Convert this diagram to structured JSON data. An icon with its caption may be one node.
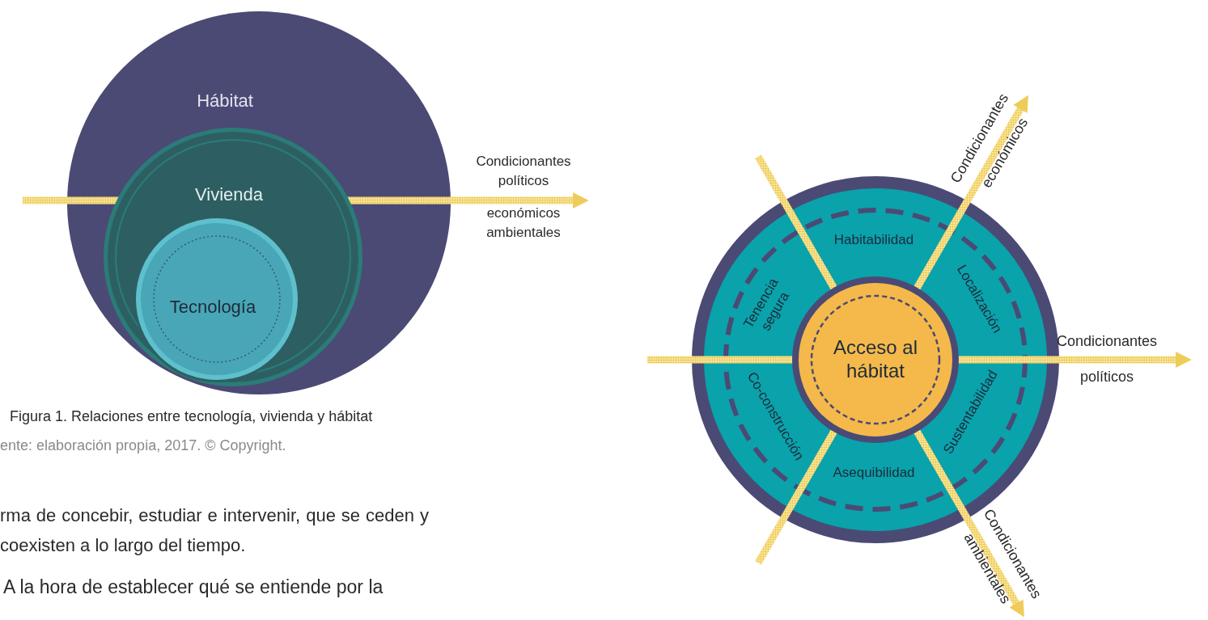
{
  "diagram": {
    "caption": "Figura 1. Relaciones entre tecnología, vivienda y hábitat",
    "nodes": [
      {
        "text": [
          "Hábitat"
        ]
      },
      {
        "text": [
          "Vivienda"
        ],
        "in": 0
      },
      {
        "text": [
          "Tecnología"
        ],
        "in": 1
      },
      {
        "text": [
          "Habitabilidad",
          "Localización",
          "Sustentabilidad",
          "Asequibilidad",
          "Co-construcción",
          "Tenencia segura"
        ]
      },
      {
        "text": [
          "Acceso al hábitat"
        ],
        "in": 3
      }
    ],
    "labels": [
      "Condicionantes políticos",
      "económicos ambientales",
      "Condicionantes económicos",
      "Condicionantes políticos",
      "Condicionantes ambientales",
      "ente: elaboración propia, 2017. © Copyright.",
      "rma de concebir, estudiar e intervenir, que se ceden y coexisten a lo largo del tiempo.",
      "A la hora de establecer qué se entiende por la"
    ]
  }
}
